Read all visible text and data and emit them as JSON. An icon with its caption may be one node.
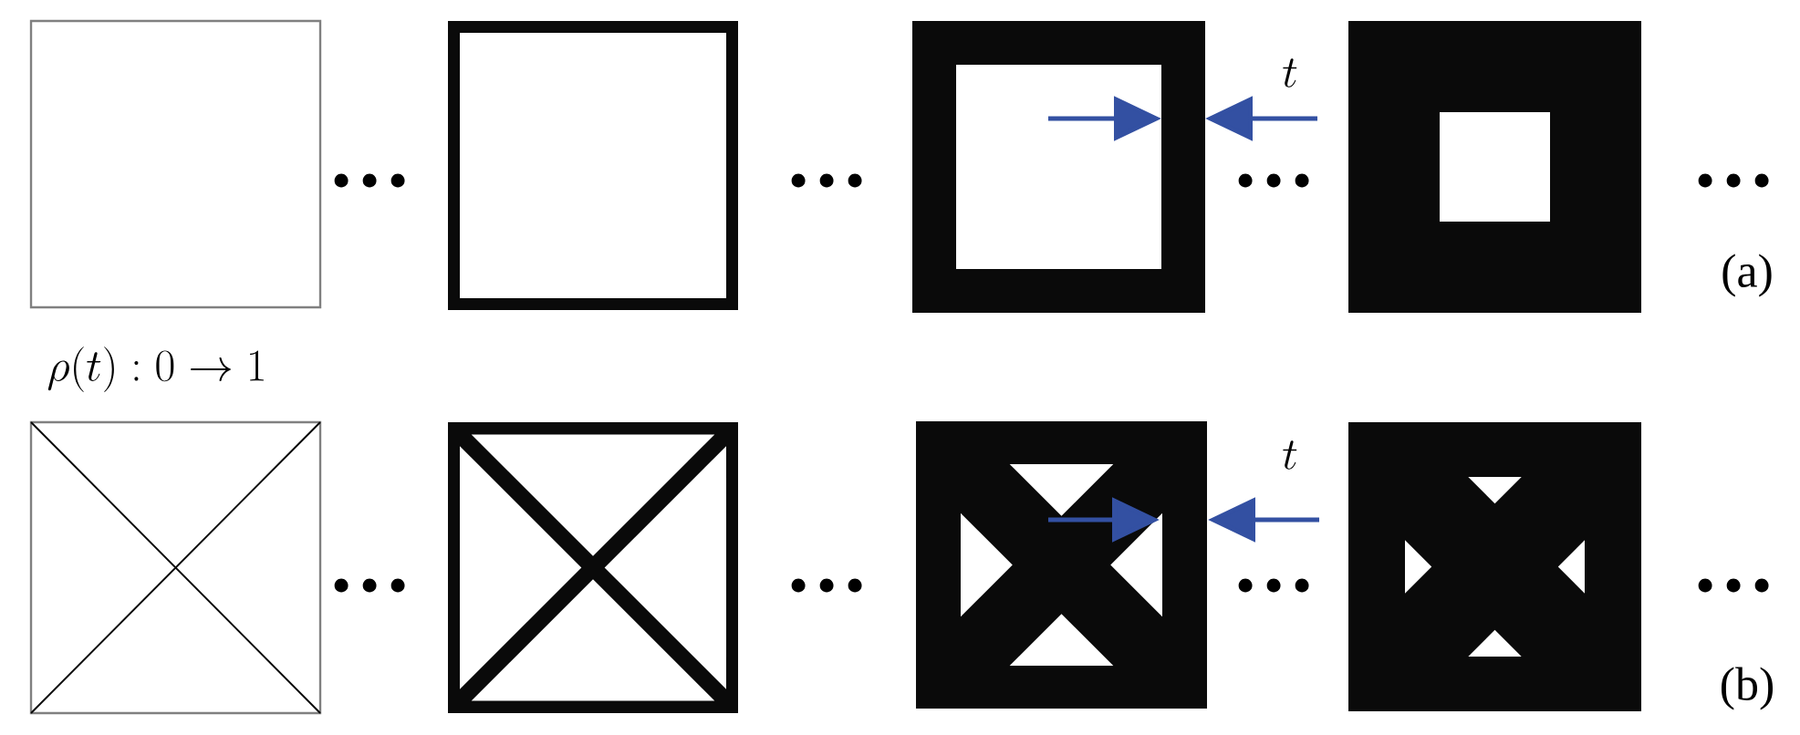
{
  "diagram": {
    "labels": [
      "…",
      "…",
      "…",
      "…",
      "t",
      "(a)",
      "\\rho(t):0\\rightarrow 1",
      "…",
      "…",
      "…",
      "…",
      "t",
      "(b)"
    ]
  }
}
